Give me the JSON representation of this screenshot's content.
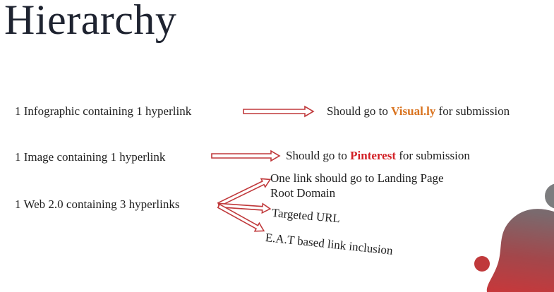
{
  "title": "Hierarchy",
  "rows": [
    {
      "source": "1 Infographic containing 1 hyperlink",
      "target": {
        "prefix": "Should go to ",
        "highlight": "Visual.ly",
        "suffix": " for submission",
        "highlight_color": "#d9731f"
      }
    },
    {
      "source": "1 Image containing 1 hyperlink",
      "target": {
        "prefix": "Should go to ",
        "highlight": "Pinterest",
        "suffix": " for submission",
        "highlight_color": "#d21f25"
      }
    },
    {
      "source": "1 Web 2.0 containing 3 hyperlinks",
      "targets": [
        {
          "line1": "One link should go to Landing Page",
          "line2": "Root Domain"
        },
        {
          "text": "Targeted URL"
        },
        {
          "text": "E.A.T based link inclusion"
        }
      ]
    }
  ],
  "colors": {
    "arrow": "#c0393b",
    "title": "#1e2330"
  }
}
